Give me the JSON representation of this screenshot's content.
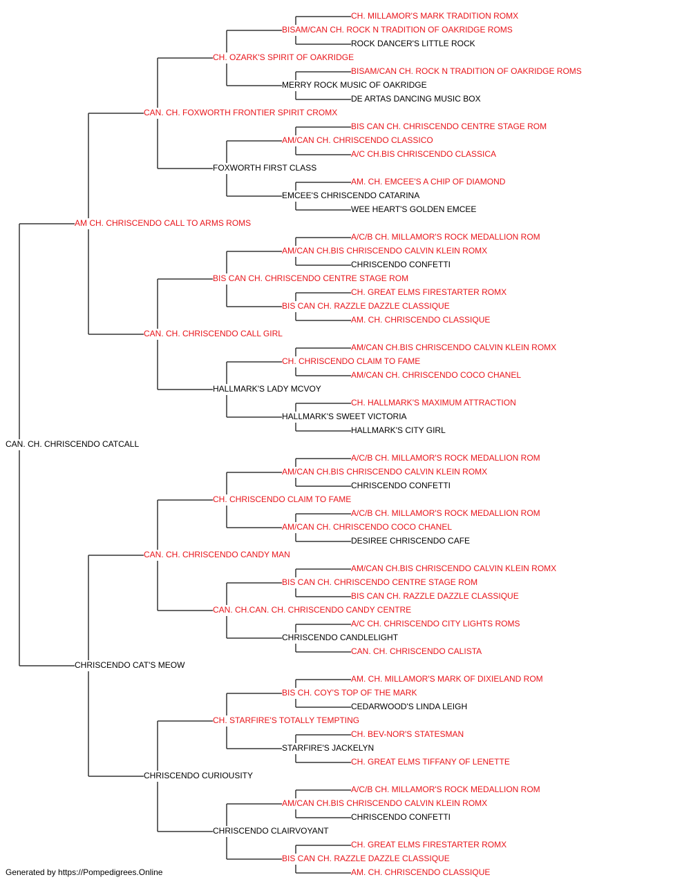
{
  "colors": {
    "champion": "#e8141a",
    "normal": "#000000",
    "line": "#333333"
  },
  "pedigree": {
    "name": "CAN. CH. CHRISCENDO CATCALL",
    "ch": false,
    "sire": {
      "name": "AM CH. CHRISCENDO CALL TO ARMS ROMS",
      "ch": true,
      "sire": {
        "name": "CAN. CH. FOXWORTH FRONTIER SPIRIT CROMX",
        "ch": true,
        "sire": {
          "name": "CH. OZARK'S SPIRIT OF OAKRIDGE",
          "ch": true,
          "sire": {
            "name": "BISAM/CAN CH. ROCK N TRADITION OF OAKRIDGE ROMS",
            "ch": true,
            "sire": {
              "name": "CH. MILLAMOR'S MARK TRADITION ROMX",
              "ch": true
            },
            "dam": {
              "name": "ROCK DANCER'S LITTLE ROCK",
              "ch": false
            }
          },
          "dam": {
            "name": "MERRY ROCK MUSIC OF OAKRIDGE",
            "ch": false,
            "sire": {
              "name": "BISAM/CAN CH. ROCK N TRADITION OF OAKRIDGE ROMS",
              "ch": true
            },
            "dam": {
              "name": "DE ARTAS DANCING MUSIC BOX",
              "ch": false
            }
          }
        },
        "dam": {
          "name": "FOXWORTH FIRST CLASS",
          "ch": false,
          "sire": {
            "name": "AM/CAN CH. CHRISCENDO CLASSICO",
            "ch": true,
            "sire": {
              "name": "BIS CAN CH. CHRISCENDO CENTRE STAGE ROM",
              "ch": true
            },
            "dam": {
              "name": "A/C CH.BIS CHRISCENDO CLASSICA",
              "ch": true
            }
          },
          "dam": {
            "name": "EMCEE'S CHRISCENDO CATARINA",
            "ch": false,
            "sire": {
              "name": "AM. CH. EMCEE'S A CHIP OF DIAMOND",
              "ch": true
            },
            "dam": {
              "name": "WEE HEART'S GOLDEN EMCEE",
              "ch": false
            }
          }
        }
      },
      "dam": {
        "name": "CAN. CH. CHRISCENDO CALL GIRL",
        "ch": true,
        "sire": {
          "name": "BIS CAN CH. CHRISCENDO CENTRE STAGE ROM",
          "ch": true,
          "sire": {
            "name": "AM/CAN CH.BIS CHRISCENDO CALVIN KLEIN ROMX",
            "ch": true,
            "sire": {
              "name": "A/C/B CH. MILLAMOR'S ROCK MEDALLION ROM",
              "ch": true
            },
            "dam": {
              "name": "CHRISCENDO CONFETTI",
              "ch": false
            }
          },
          "dam": {
            "name": "BIS CAN CH. RAZZLE DAZZLE CLASSIQUE",
            "ch": true,
            "sire": {
              "name": "CH. GREAT ELMS FIRESTARTER ROMX",
              "ch": true
            },
            "dam": {
              "name": "AM. CH. CHRISCENDO CLASSIQUE",
              "ch": true
            }
          }
        },
        "dam": {
          "name": "HALLMARK'S LADY MCVOY",
          "ch": false,
          "sire": {
            "name": "CH. CHRISCENDO CLAIM TO FAME",
            "ch": true,
            "sire": {
              "name": "AM/CAN CH.BIS CHRISCENDO CALVIN KLEIN ROMX",
              "ch": true
            },
            "dam": {
              "name": "AM/CAN CH. CHRISCENDO COCO CHANEL",
              "ch": true
            }
          },
          "dam": {
            "name": "HALLMARK'S SWEET VICTORIA",
            "ch": false,
            "sire": {
              "name": "CH. HALLMARK'S MAXIMUM ATTRACTION",
              "ch": true
            },
            "dam": {
              "name": "HALLMARK'S CITY GIRL",
              "ch": false
            }
          }
        }
      }
    },
    "dam": {
      "name": "CHRISCENDO CAT'S MEOW",
      "ch": false,
      "sire": {
        "name": "CAN. CH. CHRISCENDO CANDY MAN",
        "ch": true,
        "sire": {
          "name": "CH. CHRISCENDO CLAIM TO FAME",
          "ch": true,
          "sire": {
            "name": "AM/CAN CH.BIS CHRISCENDO CALVIN KLEIN ROMX",
            "ch": true,
            "sire": {
              "name": "A/C/B CH. MILLAMOR'S ROCK MEDALLION ROM",
              "ch": true
            },
            "dam": {
              "name": "CHRISCENDO CONFETTI",
              "ch": false
            }
          },
          "dam": {
            "name": "AM/CAN CH. CHRISCENDO COCO CHANEL",
            "ch": true,
            "sire": {
              "name": "A/C/B CH. MILLAMOR'S ROCK MEDALLION ROM",
              "ch": true
            },
            "dam": {
              "name": "DESIREE CHRISCENDO CAFE",
              "ch": false
            }
          }
        },
        "dam": {
          "name": "CAN. CH.CAN. CH. CHRISCENDO CANDY CENTRE",
          "ch": true,
          "sire": {
            "name": "BIS CAN CH. CHRISCENDO CENTRE STAGE ROM",
            "ch": true,
            "sire": {
              "name": "AM/CAN CH.BIS CHRISCENDO CALVIN KLEIN ROMX",
              "ch": true
            },
            "dam": {
              "name": "BIS CAN CH. RAZZLE DAZZLE CLASSIQUE",
              "ch": true
            }
          },
          "dam": {
            "name": "CHRISCENDO CANDLELIGHT",
            "ch": false,
            "sire": {
              "name": "A/C CH. CHRISCENDO CITY LIGHTS ROMS",
              "ch": true
            },
            "dam": {
              "name": "CAN. CH. CHRISCENDO CALISTA",
              "ch": true
            }
          }
        }
      },
      "dam": {
        "name": "CHRISCENDO CURIOUSITY",
        "ch": false,
        "sire": {
          "name": "CH. STARFIRE'S TOTALLY TEMPTING",
          "ch": true,
          "sire": {
            "name": "BIS CH. COY'S TOP OF THE MARK",
            "ch": true,
            "sire": {
              "name": "AM. CH. MILLAMOR'S MARK OF DIXIELAND ROM",
              "ch": true
            },
            "dam": {
              "name": "CEDARWOOD'S LINDA LEIGH",
              "ch": false
            }
          },
          "dam": {
            "name": "STARFIRE'S JACKELYN",
            "ch": false,
            "sire": {
              "name": "CH. BEV-NOR'S STATESMAN",
              "ch": true
            },
            "dam": {
              "name": "CH. GREAT ELMS TIFFANY OF LENETTE",
              "ch": true
            }
          }
        },
        "dam": {
          "name": "CHRISCENDO CLAIRVOYANT",
          "ch": false,
          "sire": {
            "name": "AM/CAN CH.BIS CHRISCENDO CALVIN KLEIN ROMX",
            "ch": true,
            "sire": {
              "name": "A/C/B CH. MILLAMOR'S ROCK MEDALLION ROM",
              "ch": true
            },
            "dam": {
              "name": "CHRISCENDO CONFETTI",
              "ch": false
            }
          },
          "dam": {
            "name": "BIS CAN CH. RAZZLE DAZZLE CLASSIQUE",
            "ch": true,
            "sire": {
              "name": "CH. GREAT ELMS FIRESTARTER ROMX",
              "ch": true
            },
            "dam": {
              "name": "AM. CH. CHRISCENDO CLASSIQUE",
              "ch": true
            }
          }
        }
      }
    }
  },
  "footer": {
    "text": "Generated by https://Pompedigrees.Online"
  }
}
